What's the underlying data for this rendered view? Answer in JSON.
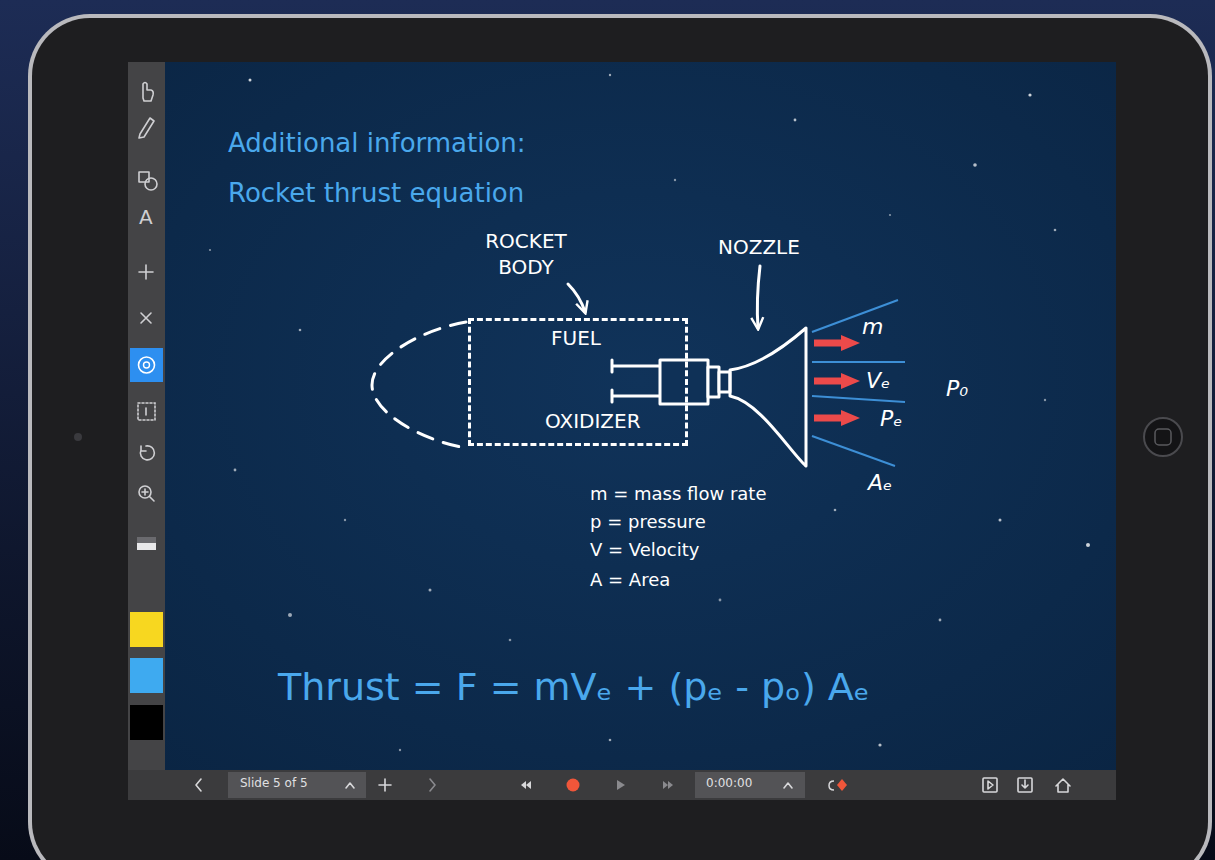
{
  "diagram": {
    "title": "Additional information: Rocket thrust equation",
    "nodes": [
      {
        "text": [
          "FUEL",
          "OXIDIZER"
        ]
      }
    ],
    "labels": [
      "ROCKET BODY",
      "NOZZLE",
      "m",
      "Vₑ",
      "Pₑ",
      "Aₑ",
      "P₀",
      "m = mass flow rate",
      "p = pressure",
      "V = Velocity",
      "A = Area",
      "Thrust = F = mVₑ + (pₑ - pₒ) Aₑ",
      "A",
      "Slide 5 of 5",
      "0:00:00"
    ]
  }
}
